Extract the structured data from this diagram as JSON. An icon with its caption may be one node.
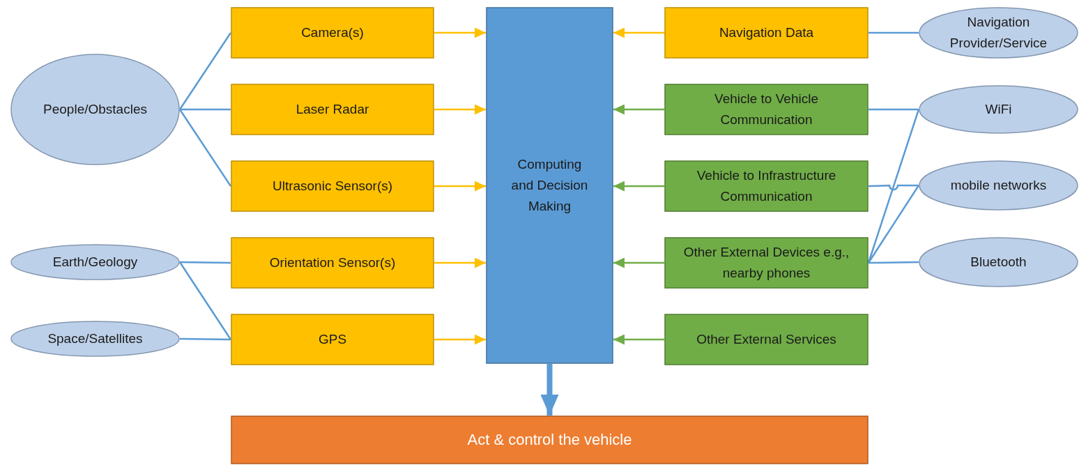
{
  "diagram": {
    "nodes": [
      {
        "text": [
          "People/Obstacles"
        ]
      },
      {
        "text": [
          "Earth/Geology"
        ]
      },
      {
        "text": [
          "Space/Satellites"
        ]
      },
      {
        "text": [
          "Camera(s)"
        ]
      },
      {
        "text": [
          "Laser Radar"
        ]
      },
      {
        "text": [
          "Ultrasonic Sensor(s)"
        ]
      },
      {
        "text": [
          "Orientation Sensor(s)"
        ]
      },
      {
        "text": [
          "GPS"
        ]
      },
      {
        "text": [
          "Computing and Decision Making"
        ]
      },
      {
        "text": [
          "Navigation Data"
        ]
      },
      {
        "text": [
          "Vehicle to Vehicle Communication"
        ]
      },
      {
        "text": [
          "Vehicle to Infrastructure Communication"
        ]
      },
      {
        "text": [
          "Other External Devices e.g., nearby phones"
        ]
      },
      {
        "text": [
          "Other External Services"
        ]
      },
      {
        "text": [
          "Navigation Provider/Service"
        ]
      },
      {
        "text": [
          "WiFi"
        ]
      },
      {
        "text": [
          "mobile networks"
        ]
      },
      {
        "text": [
          "Bluetooth"
        ]
      },
      {
        "text": [
          "Act & control the vehicle"
        ]
      }
    ],
    "edges": [
      {
        "from": 0,
        "to": 3,
        "arrow": "none"
      },
      {
        "from": 0,
        "to": 4,
        "arrow": "none"
      },
      {
        "from": 0,
        "to": 5,
        "arrow": "none"
      },
      {
        "from": 1,
        "to": 6,
        "arrow": "none"
      },
      {
        "from": 1,
        "to": 7,
        "arrow": "none"
      },
      {
        "from": 2,
        "to": 7,
        "arrow": "none"
      },
      {
        "from": 3,
        "to": 8,
        "arrow": "to",
        "color": "#ffc000"
      },
      {
        "from": 4,
        "to": 8,
        "arrow": "to",
        "color": "#ffc000"
      },
      {
        "from": 5,
        "to": 8,
        "arrow": "to",
        "color": "#ffc000"
      },
      {
        "from": 6,
        "to": 8,
        "arrow": "to",
        "color": "#ffc000"
      },
      {
        "from": 7,
        "to": 8,
        "arrow": "to",
        "color": "#ffc000"
      },
      {
        "from": 9,
        "to": 8,
        "arrow": "to",
        "color": "#ffc000"
      },
      {
        "from": 10,
        "to": 8,
        "arrow": "to",
        "color": "#70ad47"
      },
      {
        "from": 11,
        "to": 8,
        "arrow": "to",
        "color": "#70ad47"
      },
      {
        "from": 12,
        "to": 8,
        "arrow": "to",
        "color": "#70ad47"
      },
      {
        "from": 13,
        "to": 8,
        "arrow": "to",
        "color": "#70ad47"
      },
      {
        "from": 14,
        "to": 9,
        "arrow": "none"
      },
      {
        "from": 15,
        "to": 10,
        "arrow": "none"
      },
      {
        "from": 16,
        "to": 11,
        "arrow": "none"
      },
      {
        "from": 15,
        "to": 12,
        "arrow": "none"
      },
      {
        "from": 16,
        "to": 12,
        "arrow": "none"
      },
      {
        "from": 17,
        "to": 12,
        "arrow": "none"
      },
      {
        "from": 8,
        "to": 18,
        "arrow": "to",
        "style": "thick"
      }
    ]
  }
}
